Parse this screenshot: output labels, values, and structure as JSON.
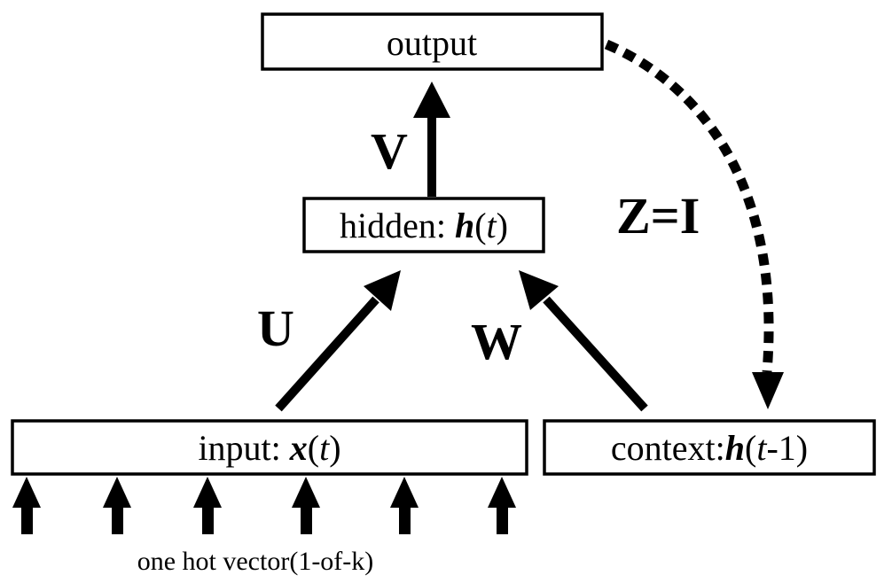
{
  "nodes": {
    "output": {
      "label": "output"
    },
    "hidden": {
      "prefix": "hidden: ",
      "symbol": "h",
      "open": "(",
      "arg": "t",
      "close": ")"
    },
    "input": {
      "prefix": "input: ",
      "symbol": "x",
      "open": "(",
      "arg": "t",
      "close": ")"
    },
    "context": {
      "prefix": "context:",
      "symbol": "h",
      "open": "(",
      "arg": "t",
      "suffix": "-1)"
    }
  },
  "weights": {
    "v": "V",
    "u": "U",
    "w": "W",
    "z": "Z=I"
  },
  "footer": "one hot vector(1-of-k)",
  "colors": {
    "stroke": "#000000",
    "background": "#ffffff"
  }
}
